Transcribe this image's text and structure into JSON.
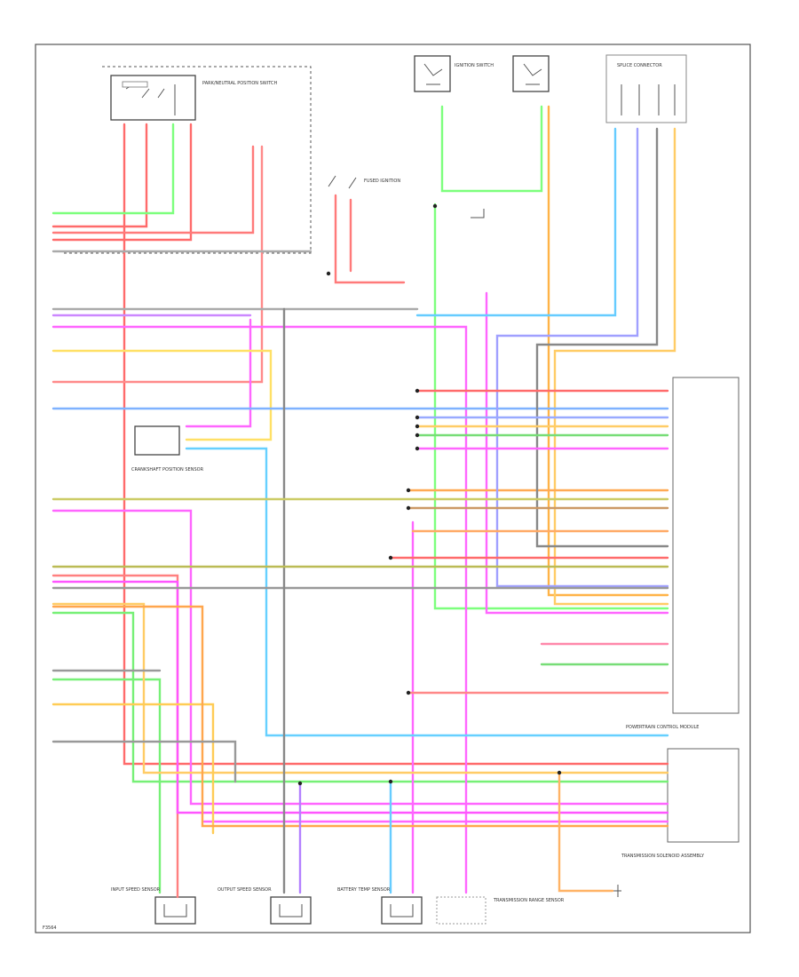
{
  "diagram": {
    "footer_id": "F3564",
    "components": {
      "park_neutral_switch": "PARK/NEUTRAL POSITION SWITCH",
      "ignition_switch": "IGNITION SWITCH",
      "crankshaft_sensor": "CRANKSHAFT POSITION SENSOR",
      "pcm": "POWERTRAIN CONTROL MODULE",
      "input_speed_sensor": "INPUT SPEED SENSOR",
      "output_speed_sensor": "OUTPUT SPEED SENSOR",
      "transmission_solenoid": "TRANSMISSION SOLENOID ASSEMBLY",
      "transmission_range_sensor": "TRANSMISSION RANGE SENSOR",
      "battery_temp_sensor": "BATTERY TEMP SENSOR",
      "splice_connector": "SPLICE CONNECTOR",
      "fused_ignition": "FUSED IGNITION"
    },
    "wire_colors": [
      "RED",
      "PINK",
      "VIOLET",
      "BLACK",
      "GREEN",
      "LIGHT BLUE",
      "BLUE",
      "ORANGE",
      "YELLOW",
      "TAN",
      "DARK GREEN",
      "WHITE",
      "GRAY",
      "BROWN"
    ]
  }
}
